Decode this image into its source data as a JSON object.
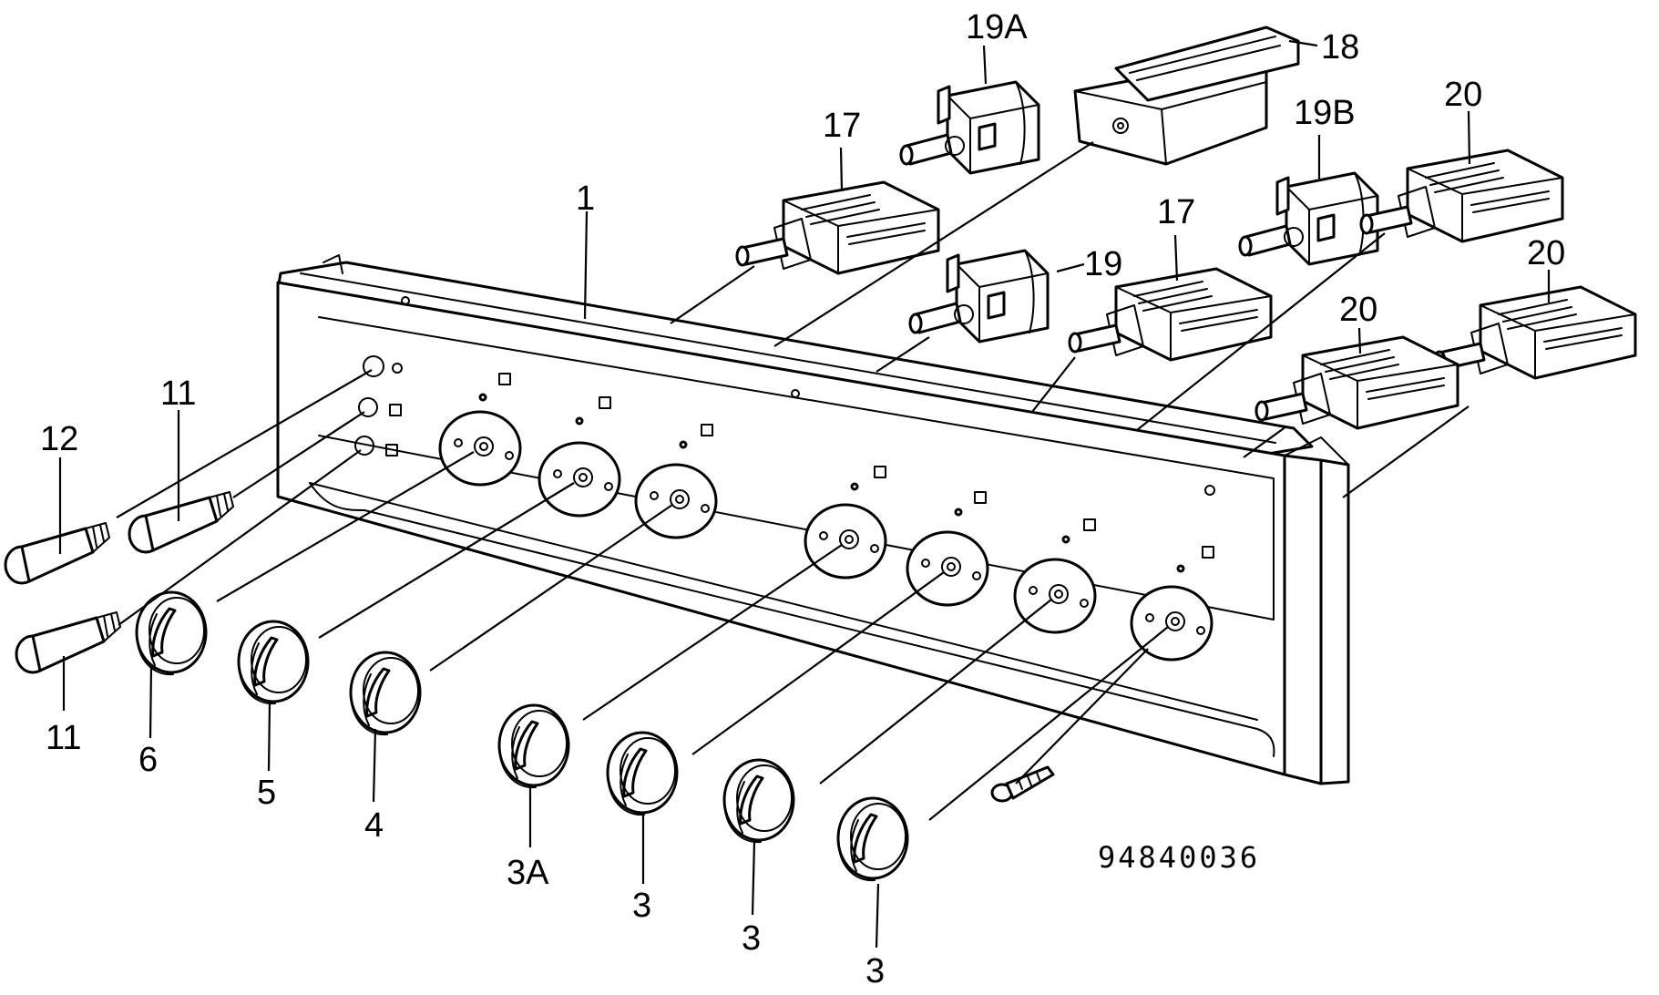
{
  "diagram": {
    "drawing_number": "94840036",
    "labels": {
      "panel": "1",
      "knob_3a": "3A",
      "knob_3": "3",
      "knob_4": "4",
      "knob_5": "5",
      "knob_6": "6",
      "lamp_11": "11",
      "lamp_12": "12",
      "switch_17": "17",
      "switch_18": "18",
      "switch_19": "19",
      "switch_19a": "19A",
      "switch_19b": "19B",
      "switch_20": "20"
    }
  }
}
